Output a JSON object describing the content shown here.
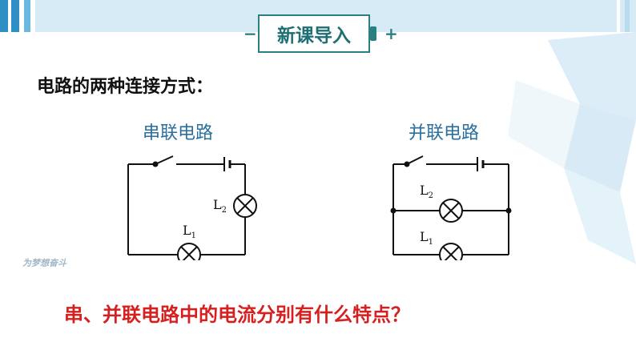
{
  "header": {
    "title": "新课导入",
    "minus_sign": "−",
    "plus_sign": "+"
  },
  "intro": {
    "text": "电路的两种连接方式："
  },
  "series_circuit": {
    "title": "串联电路",
    "lamp1": "L",
    "lamp1_sub": "1",
    "lamp2": "L",
    "lamp2_sub": "2"
  },
  "parallel_circuit": {
    "title": "并联电路",
    "lamp1": "L",
    "lamp1_sub": "1",
    "lamp2": "L",
    "lamp2_sub": "2"
  },
  "question": {
    "text": "串、并联电路中的电流分别有什么特点？"
  },
  "watermark": {
    "text": "为梦想奋斗"
  },
  "colors": {
    "teal": "#2a7f80",
    "blue_title": "#2a6f9e",
    "red": "#d62020"
  }
}
